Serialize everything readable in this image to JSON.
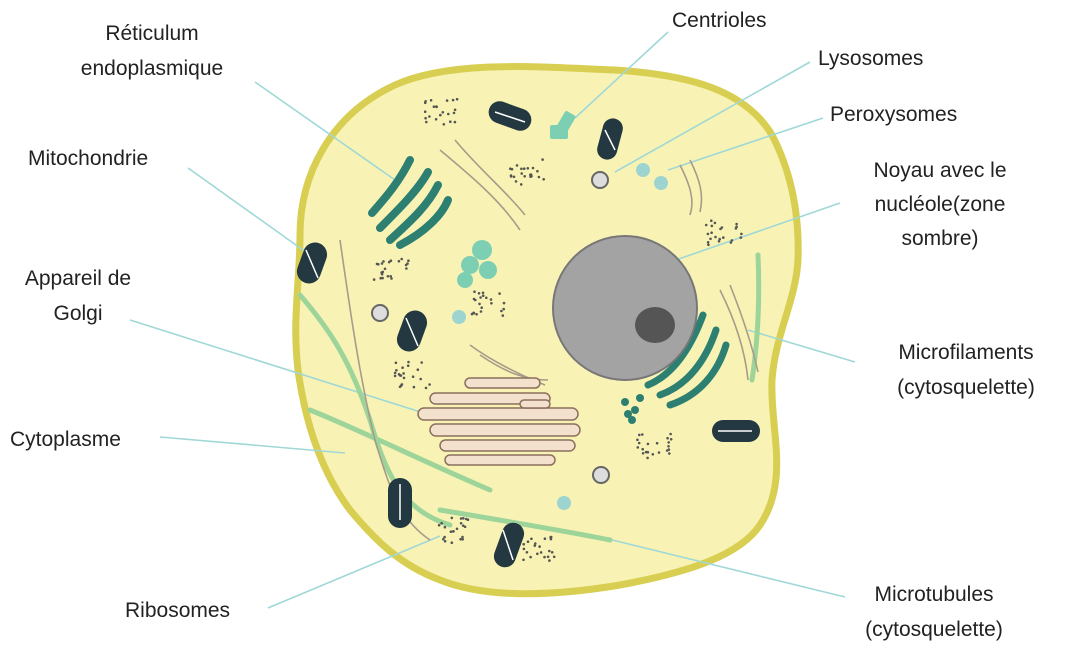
{
  "diagram": {
    "colors": {
      "cytoplasm": "#f8f3b4",
      "membrane": "#d8cf52",
      "leader_line": "#9fd8d6",
      "organelle_teal": "#2d7f72",
      "organelle_mint": "#7dcfb3",
      "nucleus": "#a3a3a3",
      "nucleolus": "#555555",
      "golgi_fill": "#f3e0cd"
    },
    "labels": {
      "reticulum": [
        "Réticulum",
        "endoplasmique"
      ],
      "centrioles": "Centrioles",
      "lysosomes": "Lysosomes",
      "peroxysomes": "Peroxysomes",
      "mitochondrie": "Mitochondrie",
      "noyau": [
        "Noyau avec le",
        "nucléole(zone",
        "sombre)"
      ],
      "golgi": [
        "Appareil de",
        "Golgi"
      ],
      "microfilaments": [
        "Microfilaments",
        "(cytosquelette)"
      ],
      "cytoplasme": "Cytoplasme",
      "ribosomes": "Ribosomes",
      "microtubules": [
        "Microtubules",
        "(cytosquelette)"
      ]
    }
  }
}
